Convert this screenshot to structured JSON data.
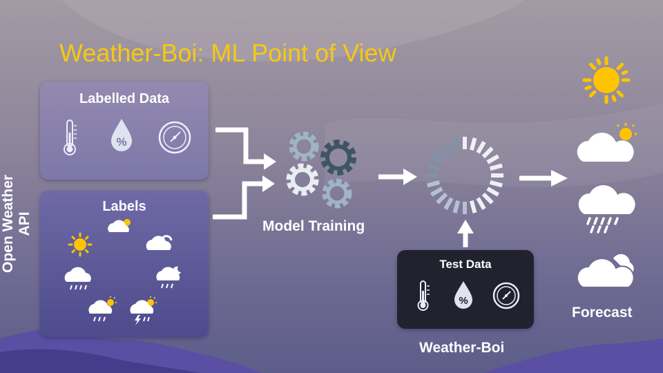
{
  "title": "Weather-Boi: ML Point of View",
  "side_label": "Open Weather API",
  "labelled_data": {
    "title": "Labelled Data",
    "icons": [
      "thermometer-icon",
      "humidity-drop-icon",
      "barometer-icon"
    ],
    "drop_text": "%"
  },
  "labels_panel": {
    "title": "Labels",
    "icons": [
      "sun-icon",
      "partly-cloudy-icon",
      "cloudy-icon",
      "rain-icon",
      "night-rain-icon",
      "sun-rain-icon",
      "thunderstorm-icon"
    ]
  },
  "model_training": {
    "label": "Model Training",
    "icon": "gears-icon"
  },
  "model_icon": "loading-spinner-icon",
  "test_data": {
    "title": "Test Data",
    "icons": [
      "thermometer-icon",
      "humidity-drop-icon",
      "barometer-icon"
    ],
    "drop_text": "%"
  },
  "weather_boi_label": "Weather-Boi",
  "forecast": {
    "label": "Forecast",
    "icons": [
      "sun-icon",
      "partly-cloudy-icon",
      "rain-icon",
      "cloudy-icon"
    ]
  },
  "colors": {
    "title": "#f6c912",
    "sun": "#ffc400",
    "gear_light": "#9fb4c6",
    "gear_dark": "#3e5568",
    "panel_dark": "#20222e",
    "mountains": "#5a4fa2"
  }
}
